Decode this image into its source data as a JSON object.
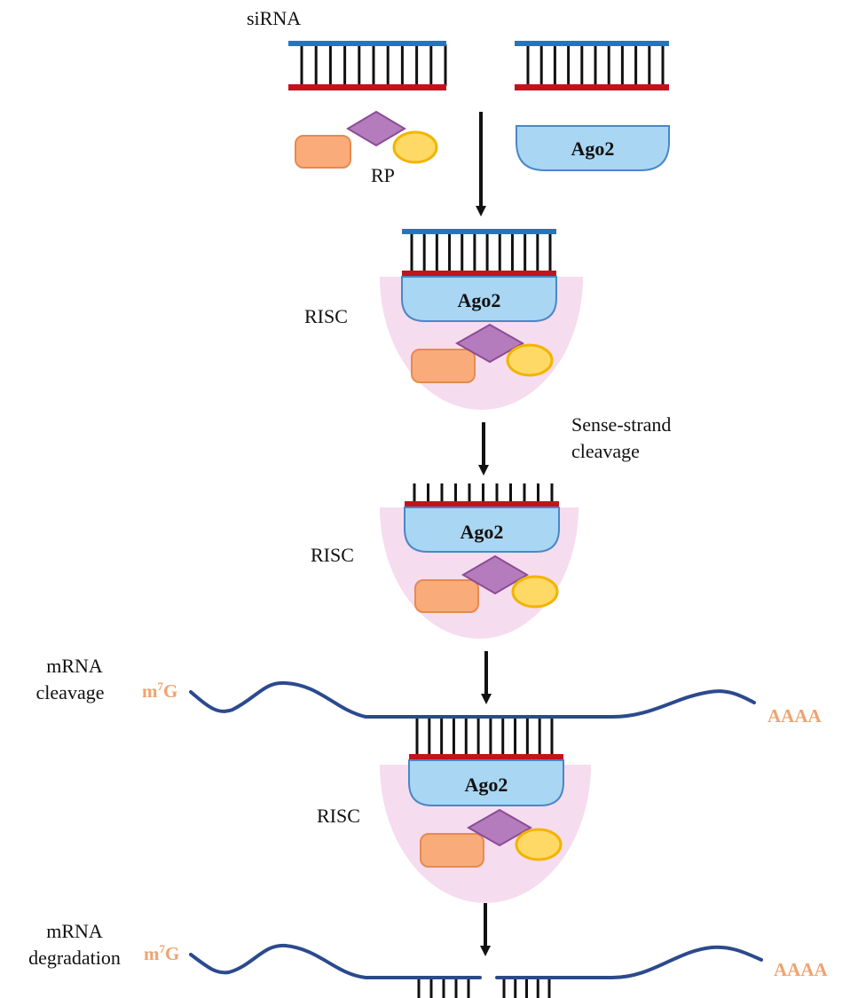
{
  "labels": {
    "sirna": "siRNA",
    "rp": "RP",
    "ago2": "Ago2",
    "risc": "RISC",
    "sense_strand_line1": "Sense-strand",
    "sense_strand_line2": "cleavage",
    "mrna_cleavage_line1": "mRNA",
    "mrna_cleavage_line2": "cleavage",
    "mrna_degradation_line1": "mRNA",
    "mrna_degradation_line2": "degradation",
    "cap_prefix": "m",
    "cap_superscript": "7",
    "cap_suffix": "G",
    "polya_tail": "AAAA"
  },
  "colors": {
    "sense_strand": "#1f77c4",
    "antisense_strand": "#c0141c",
    "base_pair": "#111111",
    "mrna": "#2b4a8e",
    "ago2_fill": "#a9d6f2",
    "ago2_stroke": "#4a87c6",
    "risc_fill": "#f6dcef",
    "protein_rect_fill": "#f9ac7a",
    "protein_rect_stroke": "#e58a52",
    "protein_diamond_fill": "#b47cbd",
    "protein_diamond_stroke": "#8b4c95",
    "protein_oval_fill": "#ffd966",
    "protein_oval_stroke": "#f2b400",
    "arrow": "#111111",
    "cap_text": "#f0a36e"
  }
}
